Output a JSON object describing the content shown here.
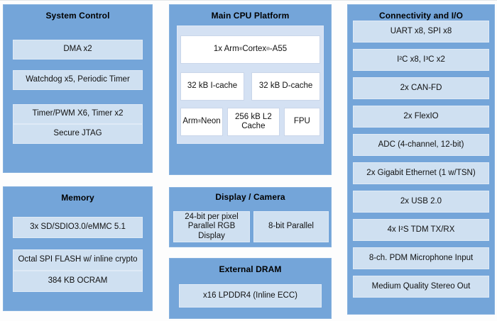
{
  "colors": {
    "block_blue": "#74a5d9",
    "item_light_blue": "#cfe0f1",
    "cpu_panel_blue": "#d4e1f3",
    "white_box": "#ffffff",
    "text": "#000000",
    "page_background": "#fdfdfd"
  },
  "blocks": {
    "system_control": {
      "title": "System Control",
      "items": [
        "DMA x2",
        "Watchdog x5, Periodic Timer",
        "Timer/PWM X6, Timer x2",
        "Secure JTAG"
      ]
    },
    "memory": {
      "title": "Memory",
      "items": [
        "3x SD/SDIO3.0/eMMC 5.1",
        "Octal SPI FLASH w/ inline crypto",
        "384 KB OCRAM"
      ]
    },
    "main_cpu_platform": {
      "title": "Main CPU Platform",
      "core_html": "1x Arm<sup>®</sup> Cortex<sup>®</sup>-A55",
      "caches": [
        "32 kB I-cache",
        "32 kB D-cache"
      ],
      "units_html": [
        "Arm<sup>®</sup> Neon",
        "256 kB L2 Cache",
        "FPU"
      ]
    },
    "display_camera": {
      "title": "Display / Camera",
      "items": [
        "24-bit per pixel Parallel RGB Display",
        "8-bit Parallel"
      ]
    },
    "external_dram": {
      "title": "External DRAM",
      "items": [
        "x16 LPDDR4 (Inline ECC)"
      ]
    },
    "connectivity_io": {
      "title": "Connectivity and I/O",
      "items": [
        "UART x8, SPI x8",
        "I²C x8, I³C x2",
        "2x CAN-FD",
        "2x FlexIO",
        "ADC (4-channel, 12-bit)",
        "2x Gigabit Ethernet (1 w/TSN)",
        "2x USB 2.0",
        "4x I²S TDM TX/RX",
        "8-ch. PDM Microphone Input",
        "Medium Quality Stereo Out"
      ]
    }
  }
}
